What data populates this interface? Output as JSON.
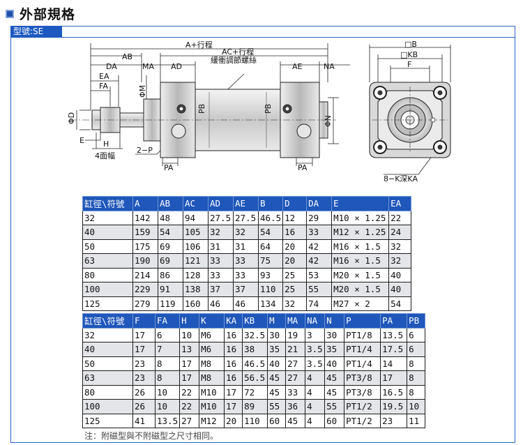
{
  "title": "外部規格",
  "model_label": "型號:SE",
  "drawing": {
    "side_labels": {
      "a_stroke": "A+行程",
      "ab": "AB",
      "ac_stroke": "AC+行程",
      "da": "DA",
      "ma": "MA",
      "ad": "AD",
      "cushion": "緩衝調節螺絲",
      "ae": "AE",
      "na": "NA",
      "ea": "EA",
      "fa": "FA",
      "phi_m": "ΦM",
      "pb1": "PB",
      "pb2": "PB",
      "phi_d": "ΦD",
      "phi_n": "ΦN",
      "e": "E",
      "h": "H",
      "h_note": "4面幅",
      "two_p": "2−P",
      "pa1": "PA",
      "pa2": "PA"
    },
    "end_labels": {
      "b": "□B",
      "kb": "□KB",
      "f": "F",
      "k": "8−K深KA"
    }
  },
  "table1": {
    "headers": [
      "缸徑\\符號",
      "A",
      "AB",
      "AC",
      "AD",
      "AE",
      "B",
      "D",
      "DA",
      "E",
      "EA"
    ],
    "rows": [
      [
        "32",
        "142",
        "48",
        "94",
        "27.5",
        "27.5",
        "46.5",
        "12",
        "29",
        "M10 × 1.25",
        "22"
      ],
      [
        "40",
        "159",
        "54",
        "105",
        "32",
        "32",
        "54",
        "16",
        "33",
        "M12 × 1.25",
        "24"
      ],
      [
        "50",
        "175",
        "69",
        "106",
        "31",
        "31",
        "64",
        "20",
        "42",
        "M16 × 1.5",
        "32"
      ],
      [
        "63",
        "190",
        "69",
        "121",
        "33",
        "33",
        "75",
        "20",
        "42",
        "M16 × 1.5",
        "32"
      ],
      [
        "80",
        "214",
        "86",
        "128",
        "33",
        "33",
        "93",
        "25",
        "53",
        "M20 × 1.5",
        "40"
      ],
      [
        "100",
        "229",
        "91",
        "138",
        "37",
        "37",
        "110",
        "25",
        "55",
        "M20 × 1.5",
        "40"
      ],
      [
        "125",
        "279",
        "119",
        "160",
        "46",
        "46",
        "134",
        "32",
        "74",
        "M27 × 2",
        "54"
      ]
    ]
  },
  "table2": {
    "headers": [
      "缸徑\\符號",
      "F",
      "FA",
      "H",
      "K",
      "KA",
      "KB",
      "M",
      "MA",
      "NA",
      "N",
      "P",
      "PA",
      "PB"
    ],
    "rows": [
      [
        "32",
        "17",
        "6",
        "10",
        "M6",
        "16",
        "32.5",
        "30",
        "19",
        "3",
        "30",
        "PT1/8",
        "13.5",
        "6"
      ],
      [
        "40",
        "17",
        "7",
        "13",
        "M6",
        "16",
        "38",
        "35",
        "21",
        "3.5",
        "35",
        "PT1/4",
        "17.5",
        "6"
      ],
      [
        "50",
        "23",
        "8",
        "17",
        "M8",
        "16",
        "46.5",
        "40",
        "27",
        "3.5",
        "40",
        "PT1/4",
        "14",
        "8"
      ],
      [
        "63",
        "23",
        "8",
        "17",
        "M8",
        "16",
        "56.5",
        "45",
        "27",
        "4",
        "45",
        "PT3/8",
        "17",
        "8"
      ],
      [
        "80",
        "26",
        "10",
        "22",
        "M10",
        "17",
        "72",
        "45",
        "33",
        "4",
        "45",
        "PT3/8",
        "16.5",
        "8"
      ],
      [
        "100",
        "26",
        "10",
        "22",
        "M10",
        "17",
        "89",
        "55",
        "36",
        "4",
        "55",
        "PT1/2",
        "19.5",
        "10"
      ],
      [
        "125",
        "41",
        "13.5",
        "27",
        "M12",
        "20",
        "110",
        "60",
        "45",
        "4",
        "60",
        "PT1/2",
        "23",
        "11"
      ]
    ]
  },
  "note": "注：附磁型與不附磁型之尺寸相同。",
  "colors": {
    "header_blue": "#1f57ba",
    "frame_blue": "#2a62c4",
    "alt_row": "#e3e5e8"
  }
}
